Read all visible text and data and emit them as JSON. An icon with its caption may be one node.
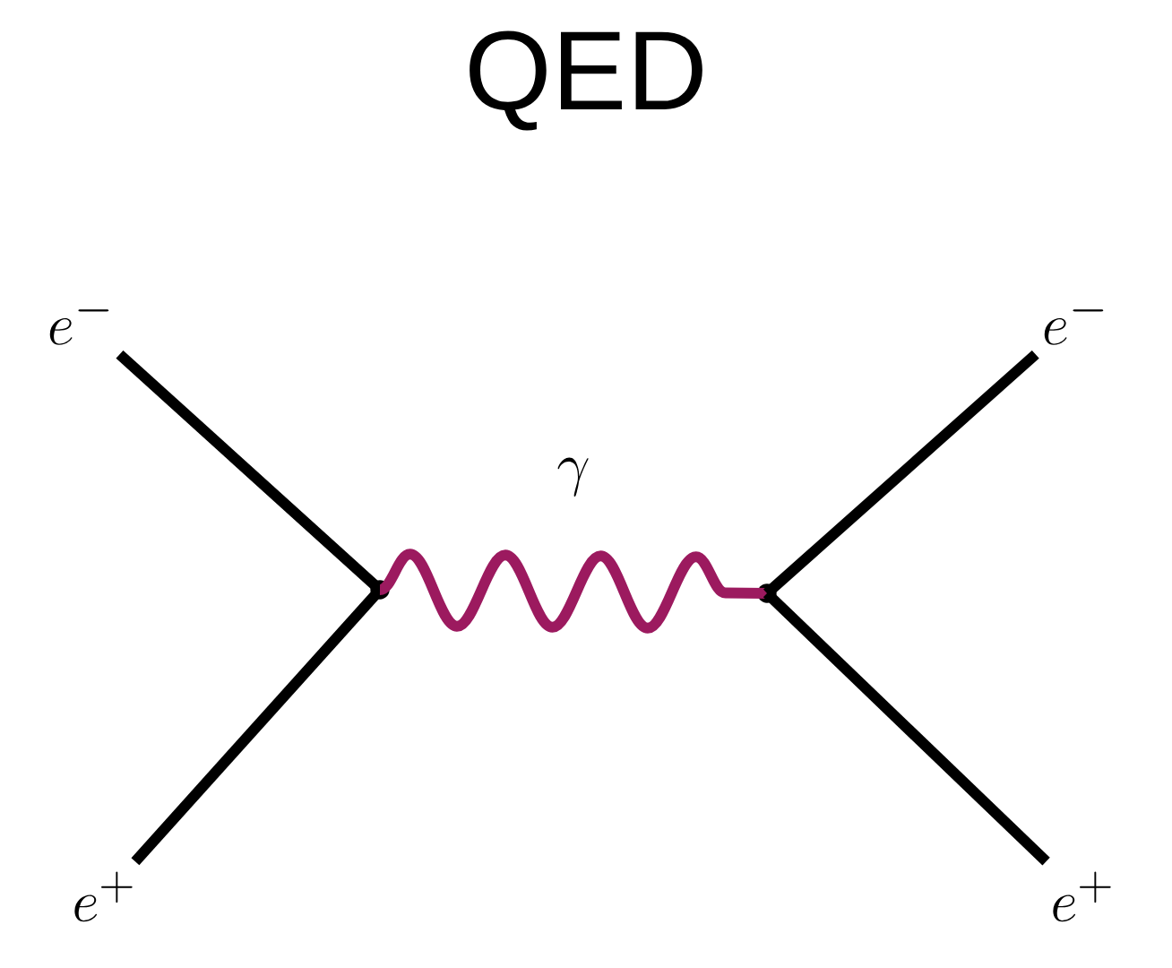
{
  "diagram": {
    "title": "QED",
    "nodes": [
      {
        "text": [
          "e^{-}"
        ]
      },
      {
        "text": [
          "e^{+}"
        ]
      },
      {
        "text": [],
        "shape": "circle"
      },
      {
        "text": [],
        "shape": "circle"
      },
      {
        "text": [
          "e^{-}"
        ]
      },
      {
        "text": [
          "e^{+}"
        ]
      }
    ],
    "edges": [
      {
        "from": 0,
        "to": 2,
        "arrow": "none"
      },
      {
        "from": 1,
        "to": 2,
        "arrow": "none"
      },
      {
        "from": 2,
        "to": 3,
        "arrow": "none",
        "label": "\\gamma",
        "color": "#9c1a5f"
      },
      {
        "from": 3,
        "to": 4,
        "arrow": "none"
      },
      {
        "from": 3,
        "to": 5,
        "arrow": "none"
      }
    ]
  }
}
